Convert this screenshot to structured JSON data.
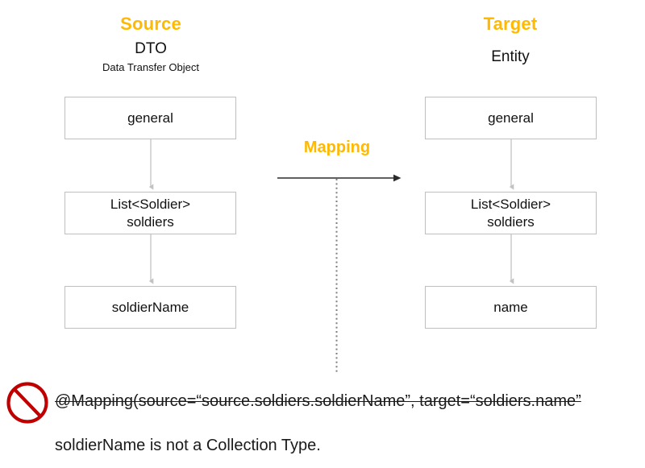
{
  "diagram": {
    "title_source": "Source",
    "title_target": "Target",
    "source": {
      "heading": "Source",
      "subtitle": "DTO",
      "subtitle_detail": "Data Transfer Object",
      "nodes": [
        {
          "label": "general"
        },
        {
          "label": "List<Soldier>\nsoldiers"
        },
        {
          "label": "soldierName"
        }
      ]
    },
    "target": {
      "heading": "Target",
      "subtitle": "Entity",
      "subtitle_detail": "",
      "nodes": [
        {
          "label": "general"
        },
        {
          "label": "List<Soldier>\nsoldiers"
        },
        {
          "label": "name"
        }
      ]
    },
    "mapping": {
      "label": "Mapping",
      "arrow_direction": "left-to-right"
    },
    "annotation": {
      "icon": "no-entry-icon",
      "code_line": "@Mapping(source=“source.soldiers.soldierName”, target=“soldiers.name”",
      "code_line_struck": true,
      "reason": "soldierName is not a Collection Type."
    },
    "colors": {
      "accent": "#FFB900",
      "box_border": "#BFBFBF",
      "connector": "#C8C8C8",
      "text": "#111111",
      "error": "#C00000",
      "divider": "#7F7F7F",
      "arrow": "#404040"
    }
  }
}
